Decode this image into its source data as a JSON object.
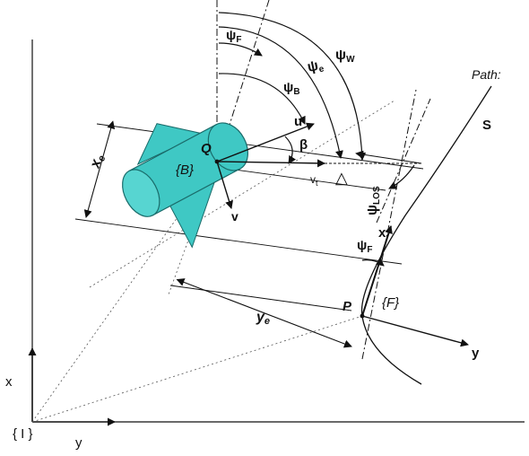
{
  "frames": {
    "inertial": {
      "label": "{ I }",
      "axis_x": "x",
      "axis_y": "y"
    },
    "body": {
      "label": "{B}",
      "origin": "Q",
      "surge": "u",
      "sway": "v"
    },
    "path_frame": {
      "label": "{F}",
      "origin": "P",
      "axis_x": "x",
      "axis_y": "y"
    }
  },
  "path": {
    "label": "Path:",
    "name": "S"
  },
  "angles": {
    "psi_F": {
      "sym": "ψ",
      "sub": "F"
    },
    "psi_e": {
      "sym": "ψ",
      "sub": "e"
    },
    "psi_W": {
      "sym": "ψ",
      "sub": "W"
    },
    "psi_B": {
      "sym": "ψ",
      "sub": "B"
    },
    "psi_LOS": {
      "sym": "ψ",
      "sub": "LOS"
    },
    "psi_F2": {
      "sym": "ψ",
      "sub": "F"
    },
    "beta": "β",
    "delta": "△"
  },
  "velocity": {
    "sym": "v",
    "sub": "t"
  },
  "errors": {
    "x_e": {
      "sym": "x",
      "sub": "e"
    },
    "y_e": {
      "sym": "y",
      "sub": "e"
    }
  },
  "colors": {
    "vehicle_fill": "#3fc8c4",
    "vehicle_stroke": "#1a6b6a",
    "line": "#111111"
  }
}
